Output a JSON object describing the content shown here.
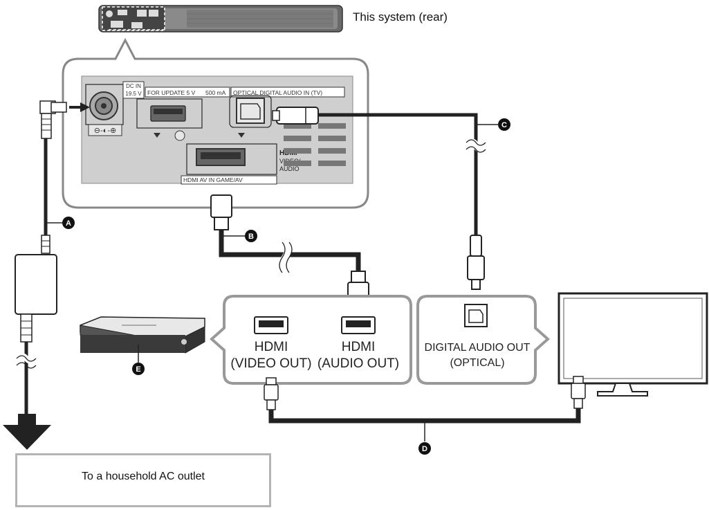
{
  "system_label": "This system (rear)",
  "panel": {
    "dc_in": "DC IN",
    "dc_voltage": "19.5 V",
    "for_update": "FOR UPDATE 5 V",
    "for_update_current": "500 mA",
    "optical_in": "OPTICAL DIGITAL AUDIO IN (TV)",
    "hdmi_logo": "HDMI",
    "hdmi_video_audio_1": "VIDEO/",
    "hdmi_video_audio_2": "AUDIO",
    "hdmi_av_in": "HDMI AV IN GAME/AV"
  },
  "callouts": {
    "a": "A",
    "b": "B",
    "c": "C",
    "d": "D",
    "e": "E"
  },
  "source_box": {
    "hdmi_video_1": "HDMI",
    "hdmi_video_2": "(VIDEO OUT)",
    "hdmi_audio_1": "HDMI",
    "hdmi_audio_2": "(AUDIO OUT)"
  },
  "tv_box": {
    "optical_1": "DIGITAL AUDIO OUT",
    "optical_2": "(OPTICAL)"
  },
  "outlet_text": "To a household AC outlet"
}
